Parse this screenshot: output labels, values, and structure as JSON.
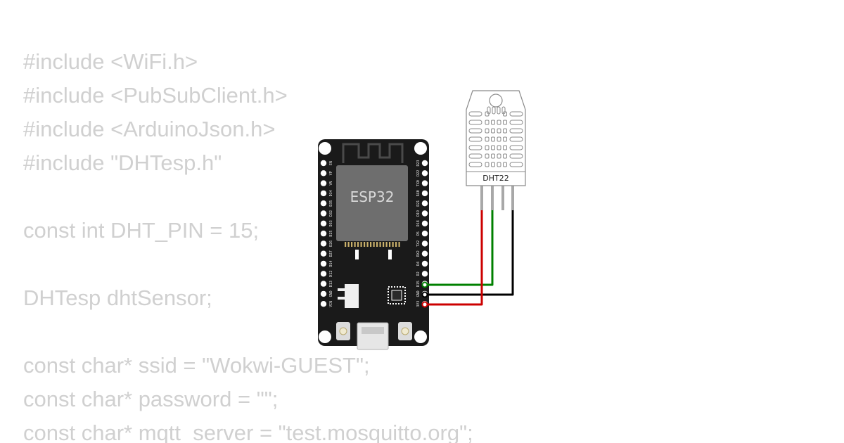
{
  "code": {
    "lines": [
      "#include <WiFi.h>",
      "#include <PubSubClient.h>",
      "#include <ArduinoJson.h>",
      "#include \"DHTesp.h\"",
      "",
      "const int DHT_PIN = 15;",
      "",
      "DHTesp dhtSensor;",
      "",
      "const char* ssid = \"Wokwi-GUEST\";",
      "const char* password = \"\";",
      "const char* mqtt_server = \"test.mosquitto.org\";"
    ]
  },
  "board": {
    "chip_label": "ESP32",
    "left_pins": [
      "EN",
      "VP",
      "VN",
      "D34",
      "D35",
      "D32",
      "D33",
      "D25",
      "D26",
      "D27",
      "D14",
      "D12",
      "D13",
      "GND",
      "VIN"
    ],
    "right_pins": [
      "D23",
      "D22",
      "TX0",
      "RX0",
      "D21",
      "D19",
      "D18",
      "D5",
      "TX2",
      "RX2",
      "D4",
      "D2",
      "D15",
      "GND",
      "3V3"
    ],
    "colors": {
      "pcb": "#1a1a1a",
      "chip": "#6e6e6e",
      "pin_hole": "#ffffff"
    }
  },
  "sensor": {
    "label": "DHT22",
    "colors": {
      "body": "#ffffff",
      "outline": "#888888"
    }
  },
  "wires": [
    {
      "name": "data",
      "from": "D15",
      "to": "DHT22 SDA",
      "color": "#008000"
    },
    {
      "name": "ground",
      "from": "GND",
      "to": "DHT22 GND",
      "color": "#000000"
    },
    {
      "name": "power",
      "from": "3V3",
      "to": "DHT22 VCC",
      "color": "#cc0000"
    }
  ]
}
